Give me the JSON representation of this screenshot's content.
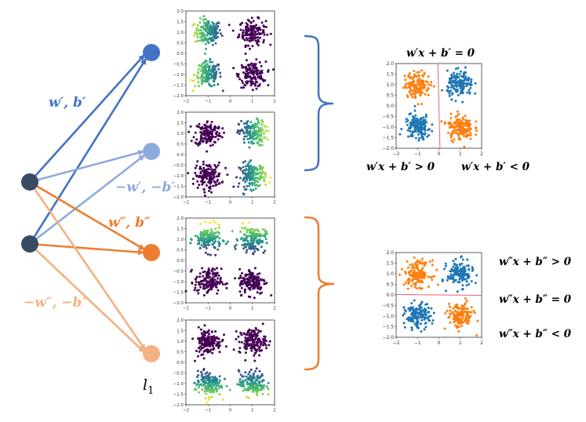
{
  "diagram": {
    "layer_label": "l",
    "layer_subscript": "1",
    "weights": {
      "w1_pos": "w′, b′",
      "w1_neg": "−w′, −b′",
      "w2_pos": "w″, b″",
      "w2_neg": "−w″, −b″"
    },
    "colors": {
      "input": "#3a4a62",
      "blue": "#4472c4",
      "light_blue": "#8eaadb",
      "orange": "#ed7d31",
      "light_orange": "#f4b183"
    },
    "equations_top": {
      "zero": "w′x + b′ = 0",
      "gt": "w′x + b′ > 0",
      "lt": "w′x + b′ < 0"
    },
    "equations_bottom": {
      "gt": "w″x + b″ > 0",
      "zero": "w″x + b″ = 0",
      "lt": "w″x + b″ < 0"
    }
  },
  "chart_data": [
    {
      "type": "scatter",
      "id": "small-1",
      "xlim": [
        -2,
        2
      ],
      "ylim": [
        -2,
        2
      ],
      "xticks": [
        "−2",
        "−1",
        "0",
        "1",
        "2"
      ],
      "yticks": [
        "2.0",
        "1.5",
        "1.0",
        "0.5",
        "0.0",
        "−0.5",
        "−1.0",
        "−1.5",
        "−2.0"
      ],
      "clusters": [
        [
          -1,
          1
        ],
        [
          1,
          1
        ],
        [
          -1,
          -1
        ],
        [
          1,
          -1
        ]
      ],
      "coloring": "relu of -(x) gradient viridis"
    },
    {
      "type": "scatter",
      "id": "small-2",
      "xlim": [
        -2,
        2
      ],
      "ylim": [
        -2,
        2
      ],
      "xticks": [
        "−2",
        "−1",
        "0",
        "1",
        "2"
      ],
      "yticks": [
        "2.0",
        "1.5",
        "1.0",
        "0.5",
        "0.0",
        "−0.5",
        "−1.0",
        "−1.5",
        "−2.0"
      ],
      "clusters": [
        [
          -1,
          1
        ],
        [
          1,
          1
        ],
        [
          -1,
          -1
        ],
        [
          1,
          -1
        ]
      ],
      "coloring": "relu of x gradient viridis"
    },
    {
      "type": "scatter",
      "id": "small-3",
      "xlim": [
        -2,
        2
      ],
      "ylim": [
        -2,
        2
      ],
      "xticks": [
        "−2",
        "−1",
        "0",
        "1",
        "2"
      ],
      "yticks": [
        "2.0",
        "1.5",
        "1.0",
        "0.5",
        "0.0",
        "−0.5",
        "−1.0",
        "−1.5",
        "−2.0"
      ],
      "clusters": [
        [
          -1,
          1
        ],
        [
          1,
          1
        ],
        [
          -1,
          -1
        ],
        [
          1,
          -1
        ]
      ],
      "coloring": "relu of y gradient viridis"
    },
    {
      "type": "scatter",
      "id": "small-4",
      "xlim": [
        -2,
        2
      ],
      "ylim": [
        -2,
        2
      ],
      "xticks": [
        "−2",
        "−1",
        "0",
        "1",
        "2"
      ],
      "yticks": [
        "2.0",
        "1.5",
        "1.0",
        "0.5",
        "0.0",
        "−0.5",
        "−1.0",
        "−1.5",
        "−2.0"
      ],
      "clusters": [
        [
          -1,
          1
        ],
        [
          1,
          1
        ],
        [
          -1,
          -1
        ],
        [
          1,
          -1
        ]
      ],
      "coloring": "relu of -(y) gradient viridis"
    },
    {
      "type": "scatter",
      "id": "big-top",
      "xlim": [
        -2,
        2
      ],
      "ylim": [
        -2,
        2
      ],
      "xticks": [
        "−2",
        "−1",
        "0",
        "1",
        "2"
      ],
      "yticks": [
        "2.0",
        "1.5",
        "1.0",
        "0.5",
        "0.0",
        "−0.5",
        "−1.0",
        "−1.5",
        "−2.0"
      ],
      "series": [
        {
          "color": "#ff7f0e",
          "centers": [
            [
              -1,
              1
            ],
            [
              1,
              -1
            ]
          ]
        },
        {
          "color": "#1f77b4",
          "centers": [
            [
              1,
              1
            ],
            [
              -1,
              -1
            ]
          ]
        }
      ],
      "boundary": "vertical line near x = 0"
    },
    {
      "type": "scatter",
      "id": "big-bottom",
      "xlim": [
        -2,
        2
      ],
      "ylim": [
        -2,
        2
      ],
      "xticks": [
        "−2",
        "−1",
        "0",
        "1",
        "2"
      ],
      "yticks": [
        "2.0",
        "1.5",
        "1.0",
        "0.5",
        "0.0",
        "−0.5",
        "−1.0",
        "−1.5",
        "−2.0"
      ],
      "series": [
        {
          "color": "#ff7f0e",
          "centers": [
            [
              -1,
              1
            ],
            [
              1,
              -1
            ]
          ]
        },
        {
          "color": "#1f77b4",
          "centers": [
            [
              1,
              1
            ],
            [
              -1,
              -1
            ]
          ]
        }
      ],
      "boundary": "horizontal line near y = 0"
    }
  ]
}
